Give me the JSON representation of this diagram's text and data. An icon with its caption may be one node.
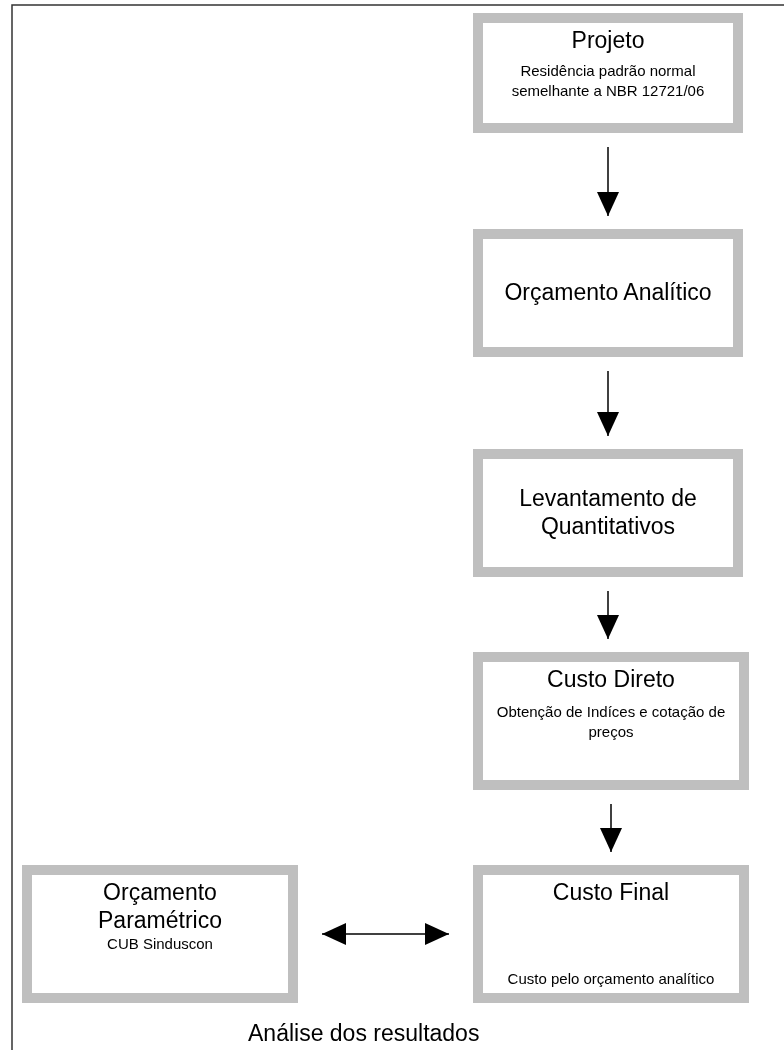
{
  "diagram": {
    "nodes": [
      {
        "text": [
          "Projeto",
          "Residência padrão normal semelhante a NBR 12721/06"
        ]
      },
      {
        "text": [
          "Orçamento Analítico"
        ]
      },
      {
        "text": [
          "Levantamento de Quantitativos"
        ]
      },
      {
        "text": [
          "Custo Direto",
          "Obtenção de Indíces e cotação de preços"
        ]
      },
      {
        "text": [
          "Orçamento Paramétrico",
          "CUB  Sinduscon"
        ]
      },
      {
        "text": [
          "Custo Final",
          "Custo pelo orçamento analítico"
        ]
      }
    ],
    "edges": [
      {
        "from": 0,
        "to": 1,
        "arrow": "to"
      },
      {
        "from": 1,
        "to": 2,
        "arrow": "to"
      },
      {
        "from": 2,
        "to": 3,
        "arrow": "to"
      },
      {
        "from": 3,
        "to": 5,
        "arrow": "to"
      },
      {
        "from": 4,
        "to": 5,
        "arrow": "both"
      }
    ],
    "labels": [
      "Análise dos resultados"
    ]
  }
}
